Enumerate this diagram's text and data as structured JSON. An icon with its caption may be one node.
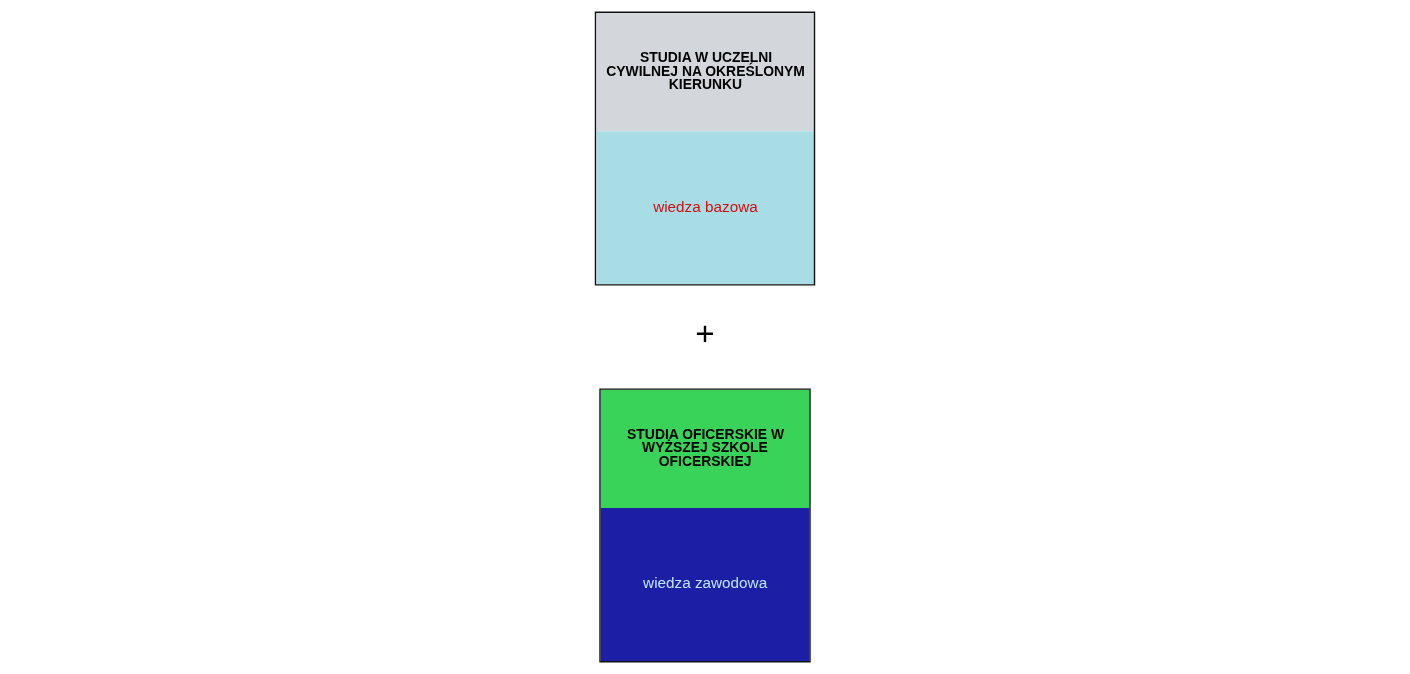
{
  "diagram": {
    "nodes": [
      {
        "text": [
          "STUDIA W UCZELNI CYWILNEJ NA OKREŚLONYM KIERUNKU",
          "wiedza bazowa"
        ]
      },
      {
        "text": [
          "STUDIA OFICERSKIE W WYŻSZEJ SZKOLE OFICERSKIEJ",
          "wiedza zawodowa"
        ]
      }
    ],
    "edges": [],
    "labels": [
      "+"
    ]
  }
}
